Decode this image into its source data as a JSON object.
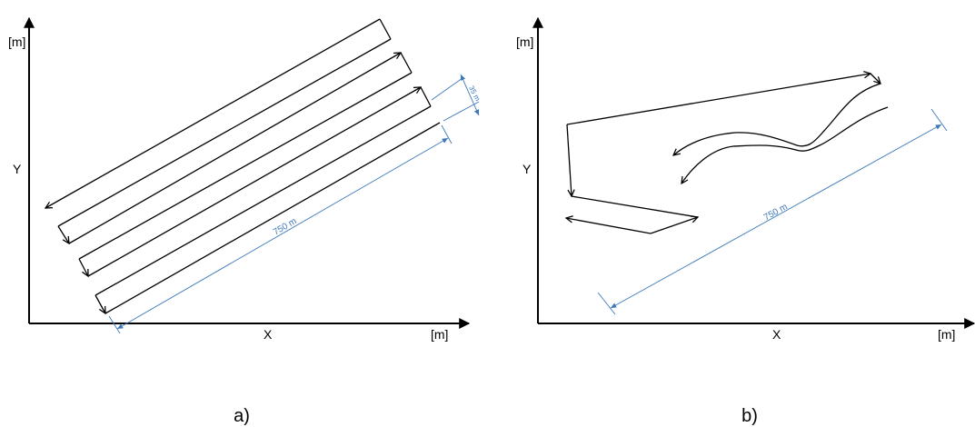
{
  "panel_a": {
    "y_unit": "[m]",
    "y_label": "Y",
    "x_label": "X",
    "x_unit": "[m]",
    "length_dim": "750 m",
    "spacing_dim": "35 m",
    "caption": "a)"
  },
  "panel_b": {
    "y_unit": "[m]",
    "y_label": "Y",
    "x_label": "X",
    "x_unit": "[m]",
    "length_dim": "750 m",
    "caption": "b)"
  },
  "colors": {
    "path": "#000000",
    "dimension": "#3b78b9"
  }
}
